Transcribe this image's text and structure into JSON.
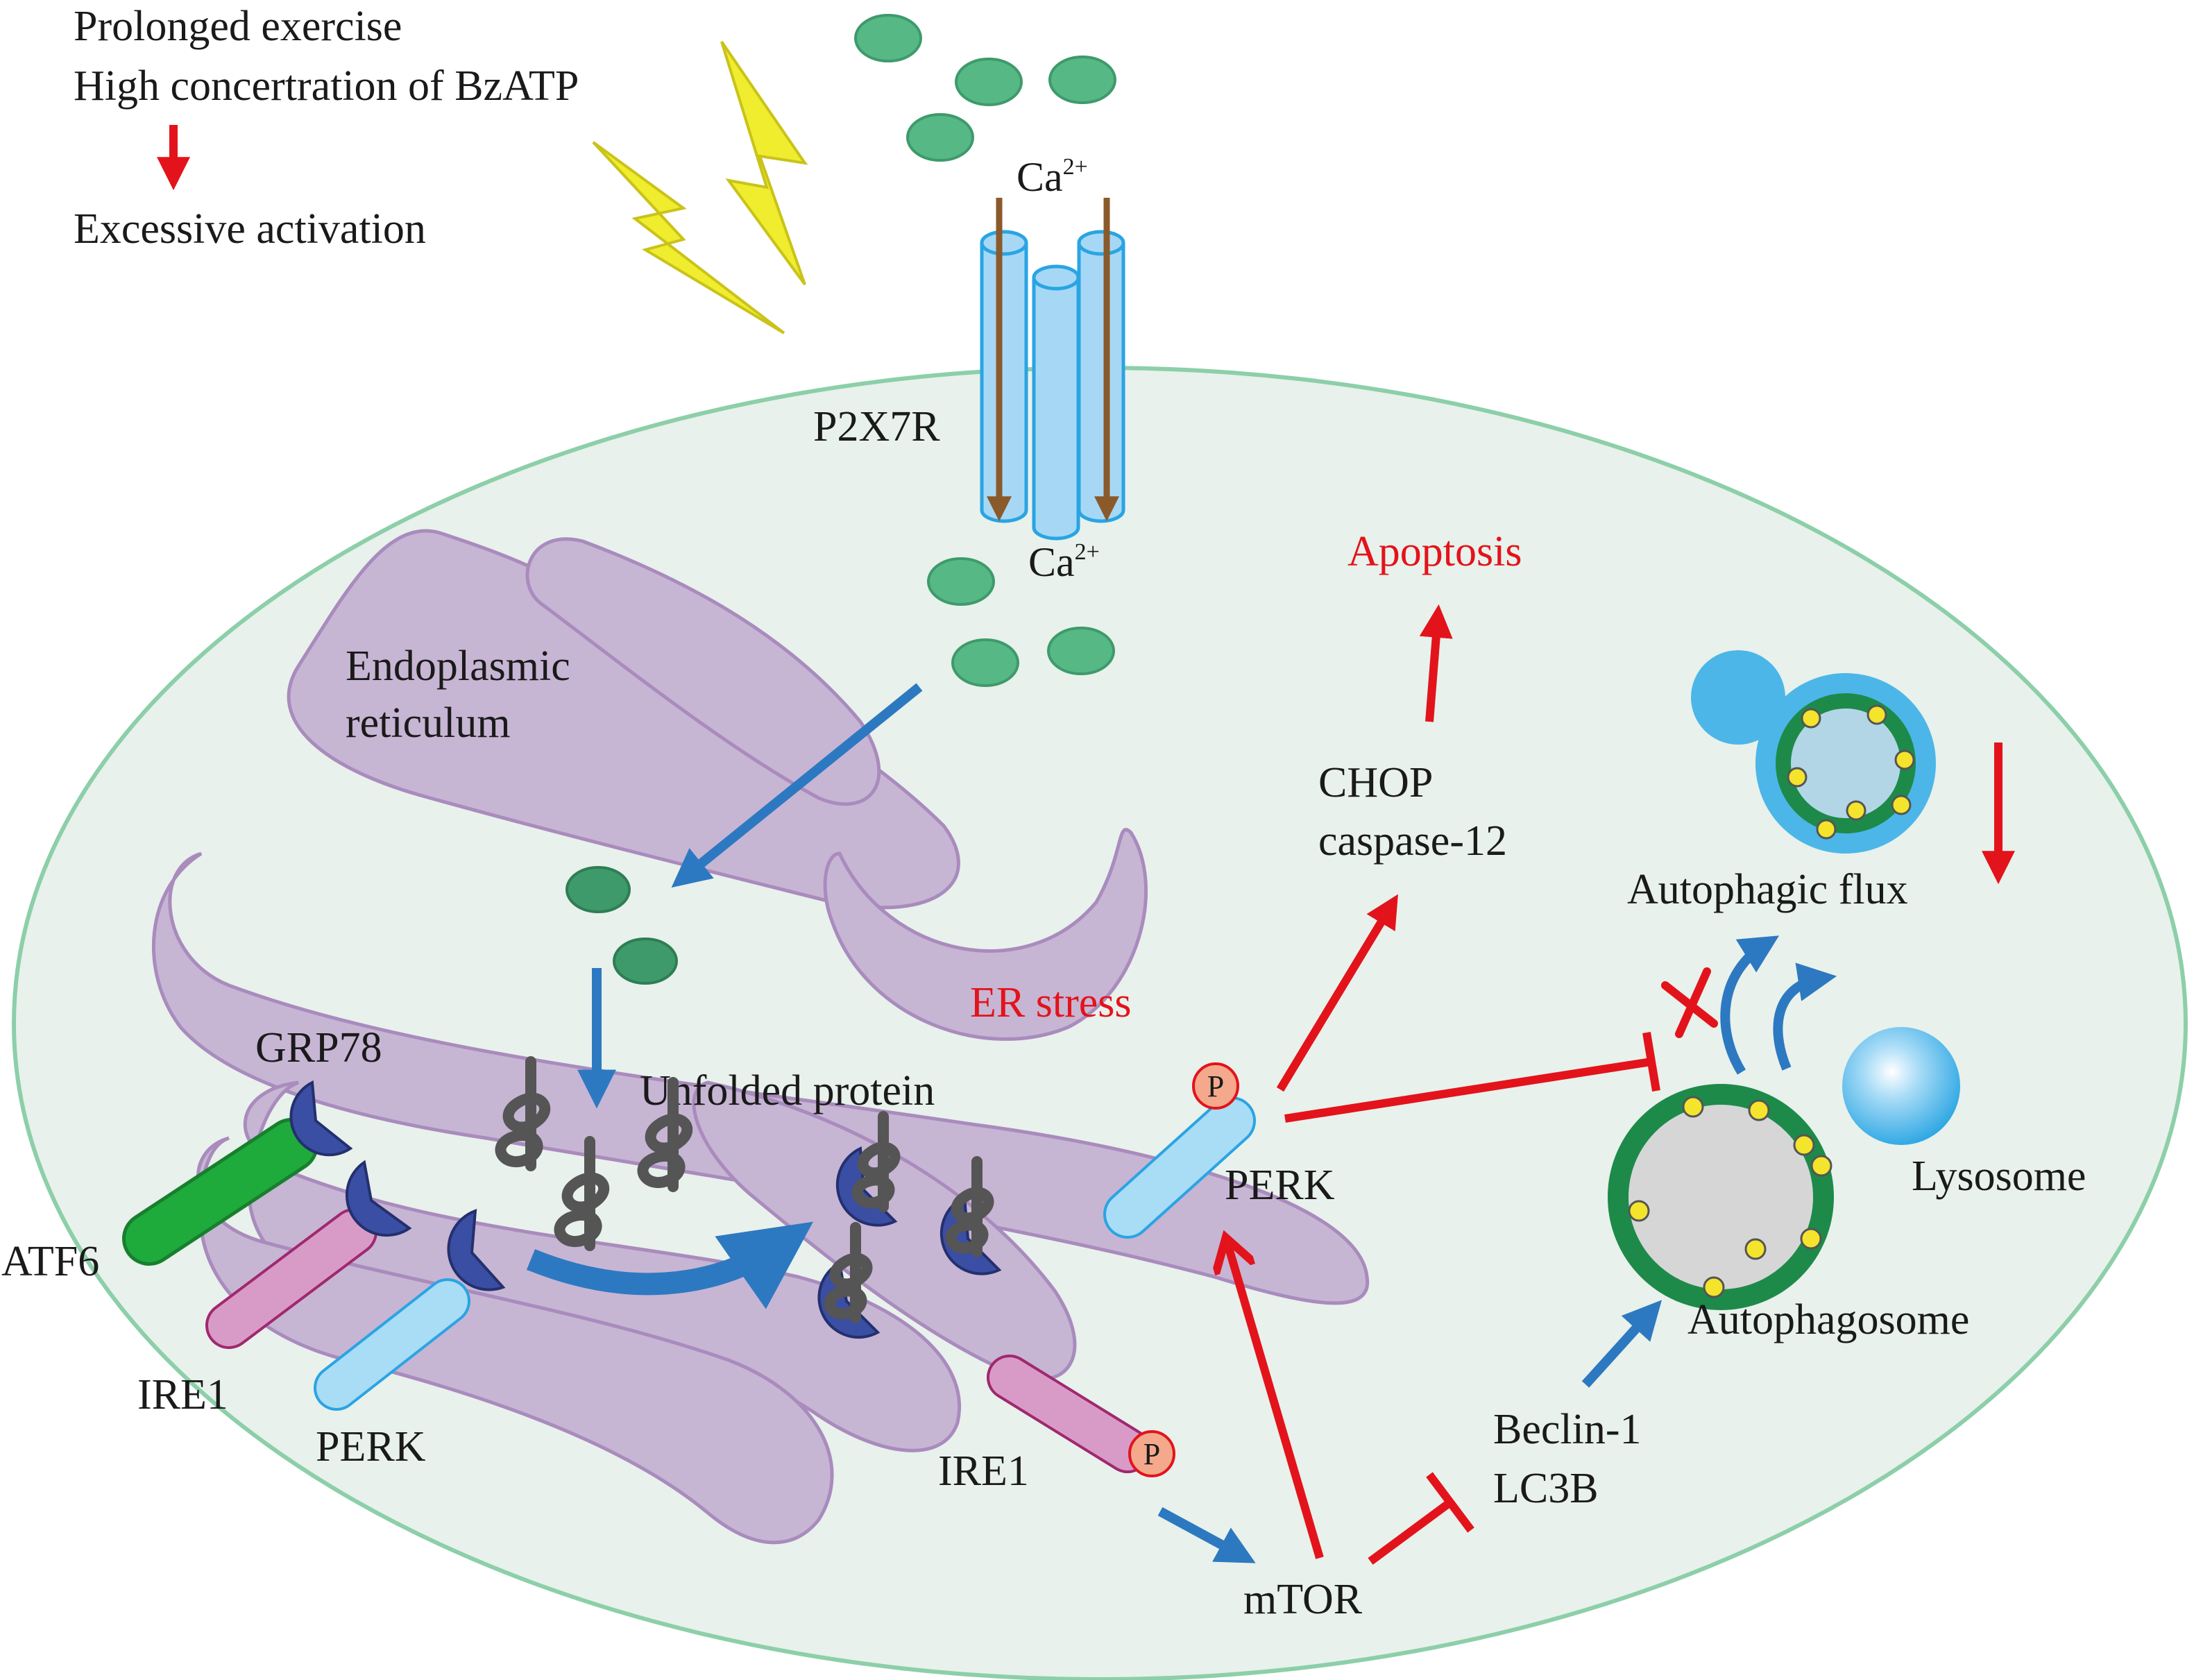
{
  "trigger": {
    "line1": "Prolonged exercise",
    "line2": "High concertration of BzATP",
    "result": "Excessive activation"
  },
  "labels": {
    "ca_outside": "Ca",
    "ca_inside": "Ca",
    "ca_charge": "2+",
    "receptor": "P2X7R",
    "er_line1": "Endoplasmic",
    "er_line2": "reticulum",
    "er_stress": "ER stress",
    "unfolded": "Unfolded protein",
    "grp78": "GRP78",
    "atf6": "ATF6",
    "ire1_left": "IRE1",
    "perk_left": "PERK",
    "perk_right": "PERK",
    "ire1_right": "IRE1",
    "phospho": "P",
    "mtor": "mTOR",
    "beclin": "Beclin-1",
    "lc3b": "LC3B",
    "chop": "CHOP",
    "caspase": "caspase-12",
    "apoptosis": "Apoptosis",
    "autophagic_flux": "Autophagic flux",
    "lysosome": "Lysosome",
    "autophagosome": "Autophagosome"
  },
  "colors": {
    "cell_fill": "#e8f1eb",
    "cell_stroke": "#8ccfa9",
    "er_fill": "#c7b5d4",
    "er_stroke": "#a98bbd",
    "channel": "#a6d8f5",
    "channel_stroke": "#2aa4e3",
    "calcium": "#56b985",
    "blue_arrow": "#2d79c1",
    "red_arrow": "#e3131b",
    "bolt": "#f0ec2e",
    "grp78": "#3a4ea3",
    "atf6": "#1faa3c",
    "ire1": "#d89bc8",
    "perk": "#a9dcf5",
    "phospho": "#f4a98c"
  }
}
